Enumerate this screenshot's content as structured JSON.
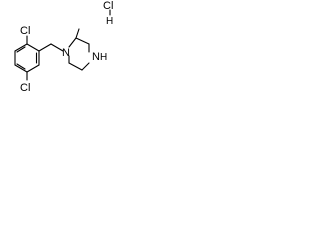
{
  "atoms": {
    "cl_top": "Cl",
    "cl_bottom": "Cl",
    "n_ring1": "N",
    "n_ring2_n": "N",
    "n_ring2_h": "H",
    "hcl_h": "H",
    "hcl_cl": "Cl"
  },
  "colors": {
    "bond": "#000000",
    "label": "#000000",
    "background": "#ffffff"
  }
}
